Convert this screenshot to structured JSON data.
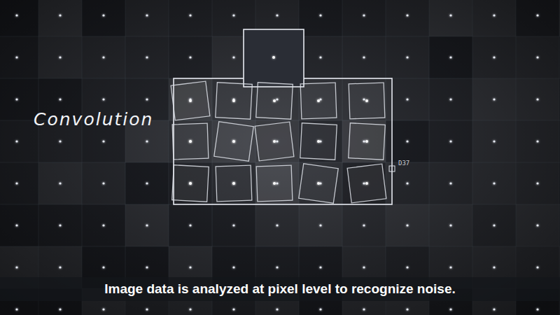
{
  "diagram": {
    "caption": "Image data is analyzed at pixel level to recognize noise.",
    "labels": [
      "Convolution",
      "D37"
    ]
  }
}
